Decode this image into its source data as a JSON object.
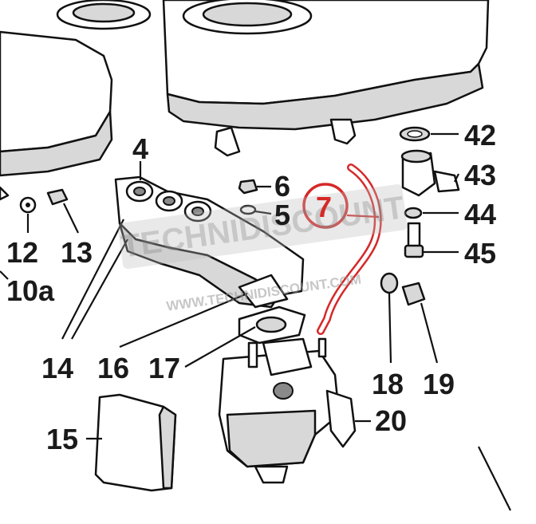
{
  "watermark": {
    "brand": "TECHNIDISCOUNT",
    "url": "WWW.TECHNIDISCOUNT.COM"
  },
  "callouts": {
    "c4": "4",
    "c5": "5",
    "c6": "6",
    "c7": "7",
    "c10a": "10a",
    "c12": "12",
    "c13": "13",
    "c14": "14",
    "c15": "15",
    "c16": "16",
    "c17": "17",
    "c18": "18",
    "c19": "19",
    "c20": "20",
    "c42": "42",
    "c43": "43",
    "c44": "44",
    "c45": "45"
  },
  "colors": {
    "highlight": "#d62828",
    "ink": "#111111",
    "watermark": "#9a9a9a"
  }
}
